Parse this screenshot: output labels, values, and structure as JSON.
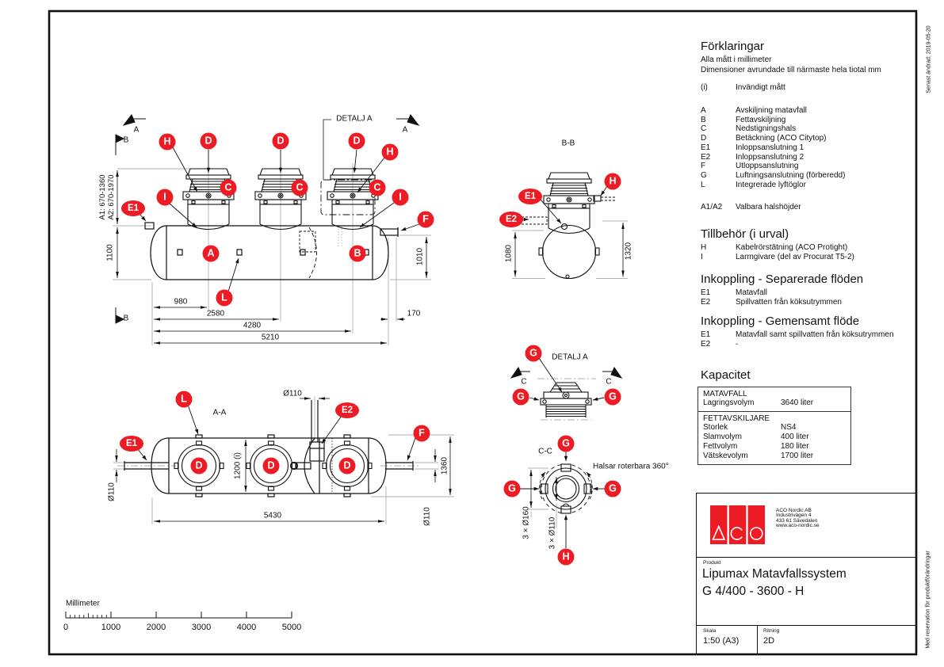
{
  "side_notes": {
    "top": "Senast ändrad: 2019-05-20",
    "bottom": "Med reservation för produktförändringar"
  },
  "legend": {
    "title": "Förklaringar",
    "note1": "Alla mått i millimeter",
    "note2": "Dimensioner avrundade till närmaste hela tiotal mm",
    "inner_dim": {
      "key": "(i)",
      "label": "Invändigt mått"
    },
    "items": [
      {
        "key": "A",
        "label": "Avskiljning matavfall"
      },
      {
        "key": "B",
        "label": "Fettavskiljning"
      },
      {
        "key": "C",
        "label": "Nedstigningshals"
      },
      {
        "key": "D",
        "label": "Betäckning (ACO Citytop)"
      },
      {
        "key": "E1",
        "label": "Inloppsanslutning 1"
      },
      {
        "key": "E2",
        "label": "Inloppsanslutning 2"
      },
      {
        "key": "F",
        "label": "Utloppsanslutning"
      },
      {
        "key": "G",
        "label": "Luftningsanslutning (förberedd)"
      },
      {
        "key": "L",
        "label": "Integrerade lyftöglor"
      }
    ],
    "neck_heights": {
      "key": "A1/A2",
      "label": "Valbara halshöjder"
    }
  },
  "accessories": {
    "title": "Tillbehör (i urval)",
    "items": [
      {
        "key": "H",
        "label": "Kabelrörstätning (ACO Protight)"
      },
      {
        "key": "I",
        "label": "Larmgivare (del av Procurat T5-2)"
      }
    ]
  },
  "inlet_separate": {
    "title": "Inkoppling - Separerade flöden",
    "items": [
      {
        "key": "E1",
        "label": "Matavfall"
      },
      {
        "key": "E2",
        "label": "Spillvatten från köksutrymmen"
      }
    ]
  },
  "inlet_common": {
    "title": "Inkoppling - Gemensamt flöde",
    "items": [
      {
        "key": "E1",
        "label": "Matavfall samt spillvatten från köksutrymmen"
      },
      {
        "key": "E2",
        "label": "-"
      }
    ]
  },
  "capacity": {
    "title": "Kapacitet",
    "sections": [
      {
        "header": "MATAVFALL",
        "rows": [
          {
            "label": "Lagringsvolym",
            "value": "3640 liter"
          }
        ]
      },
      {
        "header": "FETTAVSKILJARE",
        "rows": [
          {
            "label": "Storlek",
            "value": "NS4"
          },
          {
            "label": "Slamvolym",
            "value": "400 liter"
          },
          {
            "label": "Fettvolym",
            "value": "180 liter"
          },
          {
            "label": "Vätskevolym",
            "value": "1700 liter"
          }
        ]
      }
    ]
  },
  "title_block": {
    "company": "ACO Nordic AB",
    "address1": "Industrivägen 4",
    "address2": "433 61 Sävedalen",
    "website": "www.aco-nordic.se",
    "product_label": "Produkt",
    "product_line1": "Lipumax Matavfallssystem",
    "product_line2": "G 4/400 - 3600 - H",
    "scale_label": "Skala",
    "scale_value": "1:50 (A3)",
    "drawing_label": "Ritning",
    "drawing_value": "2D"
  },
  "drawing": {
    "balloons": {
      "a": "A",
      "b": "B",
      "c": "C",
      "d": "D",
      "e1": "E1",
      "e2": "E2",
      "f": "F",
      "g": "G",
      "h": "H",
      "i": "I",
      "l": "L"
    },
    "sections": {
      "a": "A",
      "b": "B",
      "c": "C"
    },
    "titles": {
      "detail_callout": "DETALJ A",
      "bb": "B-B",
      "aa": "A-A",
      "detail": "DETALJ A",
      "cc": "C-C",
      "cc_note": "Halsar roterbara 360°"
    },
    "dims": {
      "neck_a1": "A1: 670-1360",
      "neck_a2": "A2: 670-1970",
      "tank_height": "1100",
      "outlet_height": "1010",
      "d980": "980",
      "d2580": "2580",
      "d4280": "4280",
      "d5210": "5210",
      "d170": "170",
      "bb_left": "1080",
      "bb_right": "1320",
      "aa_top_dia": "Ø110",
      "aa_width": "1200 (i)",
      "aa_left_dia": "Ø110",
      "aa_length": "5430",
      "aa_right_width": "1360",
      "aa_right_dia": "Ø110",
      "cc_outer": "3 × Ø160",
      "cc_inner": "3 × Ø110"
    }
  },
  "scalebar": {
    "label": "Millimeter",
    "ticks": [
      "0",
      "1000",
      "2000",
      "3000",
      "4000",
      "5000"
    ]
  }
}
